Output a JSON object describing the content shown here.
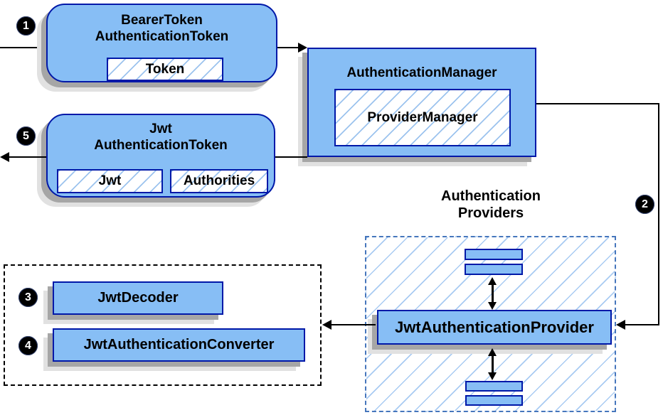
{
  "badges": {
    "step1": "1",
    "step2": "2",
    "step3": "3",
    "step4": "4",
    "step5": "5"
  },
  "boxes": {
    "bearer_token": {
      "title": "BearerToken\nAuthenticationToken",
      "chip": "Token"
    },
    "authentication_manager": {
      "title": "AuthenticationManager",
      "chip": "ProviderManager"
    },
    "jwt_authentication_token": {
      "title": "Jwt\nAuthenticationToken",
      "chips": [
        "Jwt",
        "Authorities"
      ]
    },
    "jwt_authentication_provider": {
      "label": "JwtAuthenticationProvider"
    },
    "jwt_decoder": {
      "label": "JwtDecoder"
    },
    "jwt_authentication_converter": {
      "label": "JwtAuthenticationConverter"
    }
  },
  "labels": {
    "authentication_providers": "Authentication\nProviders"
  },
  "colors": {
    "box_fill": "#87BEF5",
    "box_border": "#0018A8",
    "hatch_line": "#9CC3EE",
    "blue_dash_border": "#4676BC",
    "shadow_dark": "#A6A6A6",
    "shadow_light": "#E1E1E1",
    "connector": "#000000",
    "background": "#FFFFFF"
  }
}
